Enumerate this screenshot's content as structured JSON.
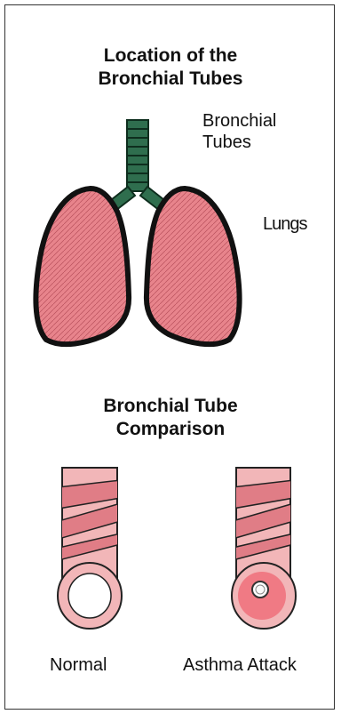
{
  "section_lungs": {
    "title_line1": "Location of the",
    "title_line2": "Bronchial Tubes",
    "label_bronchial_line1": "Bronchial",
    "label_bronchial_line2": "Tubes",
    "label_lungs": "Lungs"
  },
  "section_comparison": {
    "title_line1": "Bronchial Tube",
    "title_line2": "Comparison",
    "label_normal": "Normal",
    "label_asthma": "Asthma Attack"
  },
  "colors": {
    "lung_fill": "#e8848c",
    "trachea_fill": "#2f6e4e",
    "tube_pink": "#f2b6b8",
    "tube_band": "#e07d86",
    "inflamed": "#f07a84"
  }
}
